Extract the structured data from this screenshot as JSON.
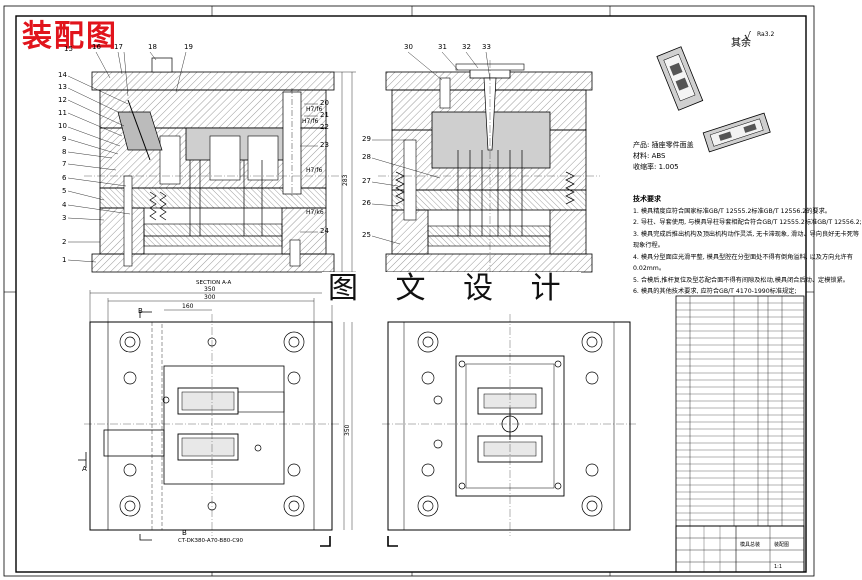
{
  "drawing_title": "装配图",
  "watermark_text": "图 文 设 计",
  "roughness": {
    "label": "其余",
    "value": "Ra3.2"
  },
  "product_info": {
    "lines": [
      "产品: 插座零件面盖",
      "材料: ABS",
      "收缩率: 1.005"
    ]
  },
  "tech_requirements": {
    "title": "技术要求",
    "items": [
      "1. 模具精度应符合国家标准GB/T 12555.2标准GB/T 12556.2的要求。",
      "2. 导柱、导套使用, 与模具导柱导套相配合符合GB/T 12555.2标准GB/T 12556.2;",
      "3. 模具完成后推出机构及顶出机构动作灵活, 无卡滞现象, 滑动、导向良好无卡死等",
      "   现象行程。",
      "4. 模具分型面应光滑平整, 模具型腔在分型面处不得有倒角溢料, 以及方向允许有",
      "   0.02mm。",
      "5. 合模后,推杆复位及型芯配合面不得有间隙及松动,模具闭合后动、定模锁紧。",
      "6. 模具的其他技术要求, 应符合GB/T 4170-1990标准规定;"
    ]
  },
  "callouts_left": [
    "14",
    "13",
    "12",
    "11",
    "10",
    "9",
    "8",
    "7",
    "6",
    "5",
    "4",
    "3",
    "2",
    "1"
  ],
  "callouts_top_left": [
    "15",
    "16",
    "17",
    "18",
    "19"
  ],
  "callouts_right_main": [
    "20",
    "21",
    "22",
    "23",
    "24"
  ],
  "callouts_right_view": [
    "29",
    "28",
    "27",
    "26",
    "25"
  ],
  "callouts_top_right": [
    "30",
    "31",
    "32",
    "33"
  ],
  "fit_labels": [
    "H7/f6",
    "H7/f6",
    "H7/f6",
    "H7/k6"
  ],
  "dims": {
    "overall_width": "350",
    "inner_width": "300",
    "half_width": "160",
    "height_main": "283",
    "plate_height": "350"
  },
  "section_label": "SECTION A-A",
  "view_labels": {
    "b_top": "B",
    "b_bottom": "B",
    "a_left": "A"
  },
  "bottom_note": "CT-DK380-A70-B80-C90",
  "title_block": {
    "assembly": "模具总装",
    "drawing_name": "装配图",
    "scale": "1:1"
  },
  "colors": {
    "stamp": "#e1141c",
    "ink": "#000000",
    "hatch": "#444444",
    "plate_fill": "#d9d9d9"
  }
}
